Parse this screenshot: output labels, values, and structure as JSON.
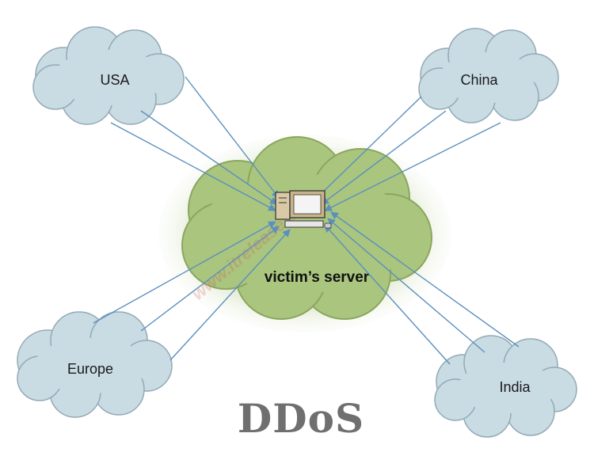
{
  "diagram": {
    "title": "DDoS",
    "center_label": "victim’s server",
    "watermark": "www.itrelease.com",
    "sources": [
      {
        "id": "usa",
        "label": "USA"
      },
      {
        "id": "china",
        "label": "China"
      },
      {
        "id": "europe",
        "label": "Europe"
      },
      {
        "id": "india",
        "label": "India"
      }
    ],
    "colors": {
      "source_cloud_fill": "#c9dbe3",
      "source_cloud_stroke": "#93aab6",
      "center_cloud_fill": "#a9c57e",
      "center_cloud_stroke": "#8aa65f",
      "arrow": "#5b8fbf"
    }
  }
}
